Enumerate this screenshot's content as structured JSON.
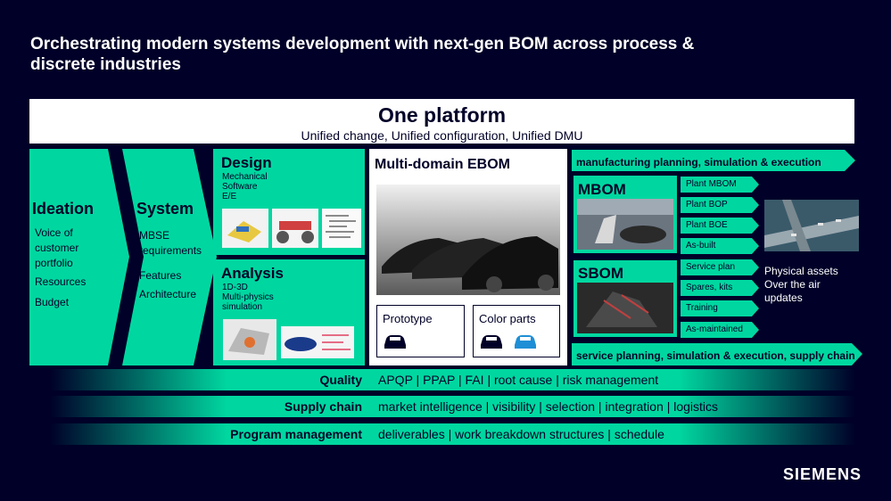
{
  "title": "Orchestrating modern systems development with next-gen BOM across process & discrete industries",
  "platform": {
    "heading": "One platform",
    "subheading": "Unified change, Unified configuration, Unified DMU"
  },
  "ideation": {
    "label": "Ideation",
    "items": [
      "Voice of customer portfolio",
      "Resources",
      "Budget"
    ]
  },
  "system": {
    "label": "System",
    "items": [
      "MBSE requirements",
      "Features",
      "Architecture"
    ]
  },
  "design": {
    "label": "Design",
    "sub": [
      "Mechanical",
      "Software",
      "E/E"
    ]
  },
  "analysis": {
    "label": "Analysis",
    "sub": [
      "1D-3D",
      "Multi-physics",
      "simulation"
    ]
  },
  "ebom": {
    "label": "Multi-domain EBOM",
    "prototype": "Prototype",
    "color_parts": "Color parts"
  },
  "manufacturing_bar": "manufacturing planning, simulation & execution",
  "mbom": {
    "label": "MBOM",
    "items": [
      "Plant MBOM",
      "Plant BOP",
      "Plant BOE",
      "As-built"
    ]
  },
  "sbom": {
    "label": "SBOM",
    "items": [
      "Service plan",
      "Spares, kits",
      "Training",
      "As-maintained"
    ]
  },
  "service_bar": "service planning, simulation & execution, supply chain",
  "physical": [
    "Physical assets",
    "Over the air",
    "updates"
  ],
  "bands": [
    {
      "key": "Quality",
      "value": "APQP  |   PPAP   |   FAI   |   root cause    |   risk management"
    },
    {
      "key": "Supply chain",
      "value": "market intelligence  |  visibility  |  selection  |  integration  |  logistics"
    },
    {
      "key": "Program management",
      "value": "deliverables  |  work breakdown structures  |  schedule"
    }
  ],
  "logo": "SIEMENS",
  "colors": {
    "background": "#000028",
    "teal": "#00d7a0",
    "white": "#ffffff"
  }
}
